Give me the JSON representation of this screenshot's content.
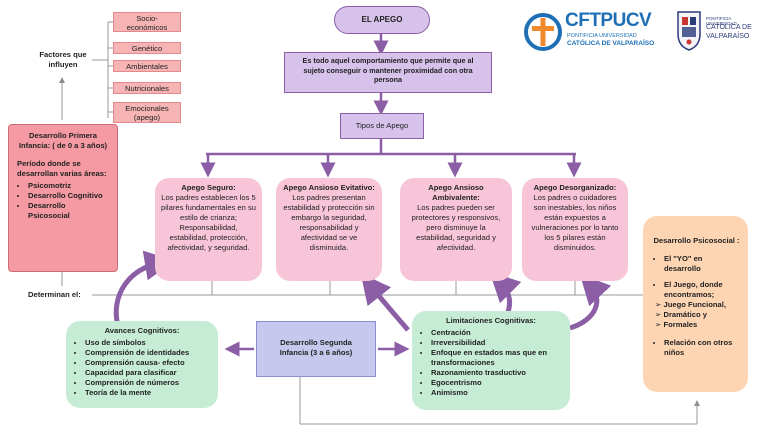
{
  "title": "EL APEGO",
  "definition": "Es todo aquel comportamiento que permite que al sujeto conseguir o mantener proximidad con otra persona",
  "types_header": "Tipos de Apego",
  "types": [
    {
      "title": "Apego Seguro:",
      "body": "Los padres establecen los 5 pilares fundamentales en su estilo de crianza; Responsabilidad, estabilidad, protección, afectividad, y seguridad."
    },
    {
      "title": "Apego Ansioso Evitativo:",
      "body": "Los padres presentan estabilidad y protección sin embargo la seguridad, responsabilidad y afectividad se ve disminuida."
    },
    {
      "title": "Apego Ansioso Ambivalente:",
      "body": "Los padres pueden ser protectores y responsivos, pero disminuye la estabilidad, seguridad y afectividad."
    },
    {
      "title": "Apego Desorganizado:",
      "body": "Los padres o cuidadores son inestables, los niños están expuestos a vulneraciones por lo tanto los 5 pilares están disminuidos."
    }
  ],
  "factors": {
    "label": "Factores que influyen",
    "items": [
      "Socio-económicos",
      "Genético",
      "Ambientales",
      "Nutricionales",
      "Emocionales (apego)"
    ]
  },
  "early": {
    "title": "Desarrollo Primera Infancia: ( de 0 a 3 años)",
    "intro": "Período donde se desarrollan varias áreas:",
    "items": [
      "Psicomotriz",
      "Desarrollo Cognitivo",
      "Desarrollo Psicosocial"
    ]
  },
  "determinan": "Determinan el:",
  "second": "Desarrollo Segunda Infancia (3 a 6 años)",
  "advances": {
    "title": "Avances Cognitivos:",
    "items": [
      "Uso de símbolos",
      "Comprensión de identidades",
      "Comprensión causa- efecto",
      "Capacidad para clasificar",
      "Comprensión de números",
      "Teoría de la mente"
    ]
  },
  "limits": {
    "title": "Limitaciones Cognitivas:",
    "items": [
      "Centración",
      "Irreversibilidad",
      "Enfoque en estados mas que en transformaciones",
      "Razonamiento trasductivo",
      "Egocentrismo",
      "Animismo"
    ]
  },
  "psico": {
    "title": "Desarrollo Psicosocial :",
    "item1": "El \"YO\" en desarrollo",
    "item2": "El Juego, donde encontramos;",
    "sub": [
      "Juego Funcional,",
      "Dramático y",
      "Formales"
    ],
    "item3": "Relación con otros niños"
  },
  "logos": {
    "ucv_text": "CFTPUCV",
    "ucv_sub1": "PONTIFICIA UNIVERSIDAD",
    "ucv_sub2": "CATÓLICA DE VALPARAÍSO",
    "puc_small": "PONTIFICIA UNIVERSIDAD",
    "puc_1": "CATÓLICA DE",
    "puc_2": "VALPARAÍSO"
  },
  "colors": {
    "purple": "#8b5ea6",
    "pink": "#f7c4d8",
    "red": "#f59aa2",
    "green": "#c6ecd6",
    "peach": "#fdd5b3",
    "lilac": "#d7c2ec",
    "blue": "#1e6fb6",
    "orange": "#f08a2c"
  }
}
